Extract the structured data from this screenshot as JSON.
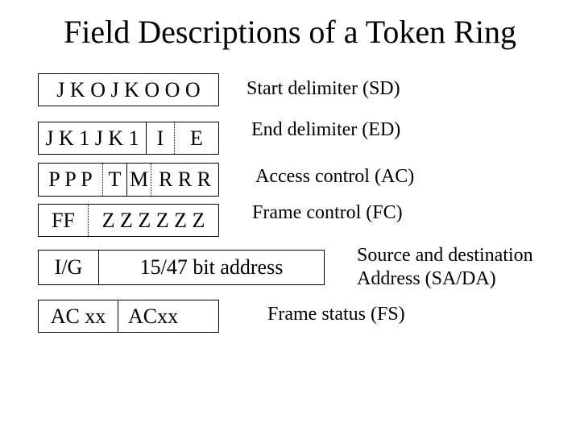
{
  "slide": {
    "title": "Field Descriptions of a Token Ring"
  },
  "fields": {
    "sd": {
      "label": "Start delimiter (SD)",
      "cells": [
        "J K O J K O O O"
      ]
    },
    "ed": {
      "label": "End delimiter (ED)",
      "cells": [
        "J K 1 J K 1",
        "I",
        "E"
      ]
    },
    "ac": {
      "label": "Access control (AC)",
      "cells": [
        "P P P",
        "T",
        "M",
        "R R R"
      ]
    },
    "fc": {
      "label": "Frame control (FC)",
      "cells": [
        "FF",
        "Z Z Z Z Z Z"
      ]
    },
    "sada": {
      "label": "Source and destination\nAddress (SA/DA)",
      "cells": [
        "I/G",
        "15/47 bit address"
      ]
    },
    "fs": {
      "label": "Frame status (FS)",
      "cells": [
        "AC xx",
        "ACxx"
      ]
    }
  }
}
